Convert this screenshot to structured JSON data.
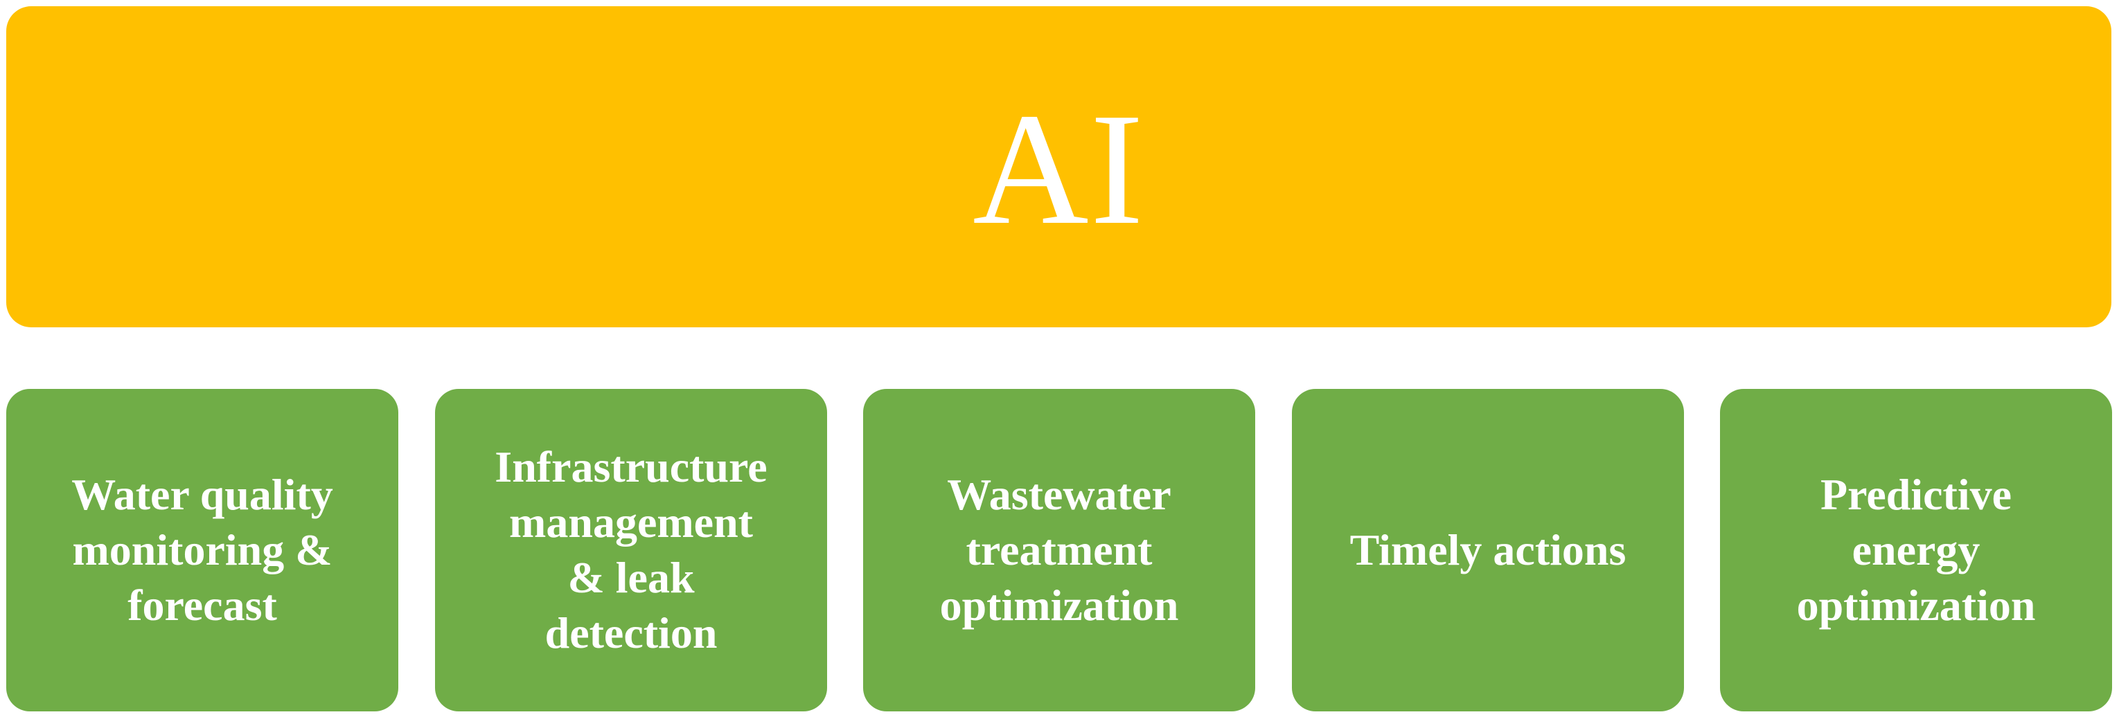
{
  "diagram": {
    "title": "AI",
    "colors": {
      "top_bar": "#FFC000",
      "boxes": "#70AD47",
      "text": "#FFFFFF"
    },
    "boxes": [
      {
        "label": "Water quality\nmonitoring &\nforecast"
      },
      {
        "label": "Infrastructure\nmanagement\n& leak\ndetection"
      },
      {
        "label": "Wastewater\ntreatment\noptimization"
      },
      {
        "label": "Timely actions"
      },
      {
        "label": "Predictive\nenergy\noptimization"
      }
    ]
  }
}
